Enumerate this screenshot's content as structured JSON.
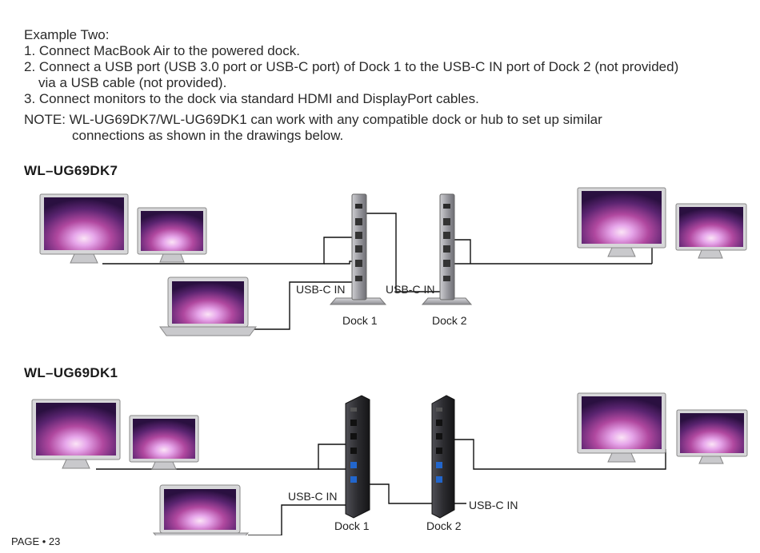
{
  "instructions": {
    "heading": "Example Two:",
    "step1": "1. Connect MacBook Air to the powered dock.",
    "step2_line1": "2. Connect a USB port (USB 3.0 port or USB-C port) of Dock 1 to the USB-C IN port of Dock 2 (not provided)",
    "step2_line2": "via a USB cable (not provided).",
    "step3": "3. Connect monitors to the dock via standard HDMI and DisplayPort cables.",
    "note_line1": "NOTE: WL-UG69DK7/WL-UG69DK1 can work with any compatible dock or hub to set up similar",
    "note_line2": "connections as shown in the drawings below."
  },
  "diagram1": {
    "title": "WL–UG69DK7",
    "dock1_port_label": "USB-C IN",
    "dock2_port_label": "USB-C IN",
    "dock1_label": "Dock 1",
    "dock2_label": "Dock 2"
  },
  "diagram2": {
    "title": "WL–UG69DK1",
    "dock1_port_label": "USB-C IN",
    "dock2_port_label": "USB-C IN",
    "dock1_label": "Dock 1",
    "dock2_label": "Dock 2"
  },
  "footer": {
    "page": "PAGE • 23"
  },
  "colors": {
    "screen_center": "#e6a6ea",
    "screen_mid": "#b0489f",
    "screen_edge": "#3a1458",
    "dock_dk7": "#8a8a8e",
    "dock_dk1": "#2c2c2e"
  }
}
